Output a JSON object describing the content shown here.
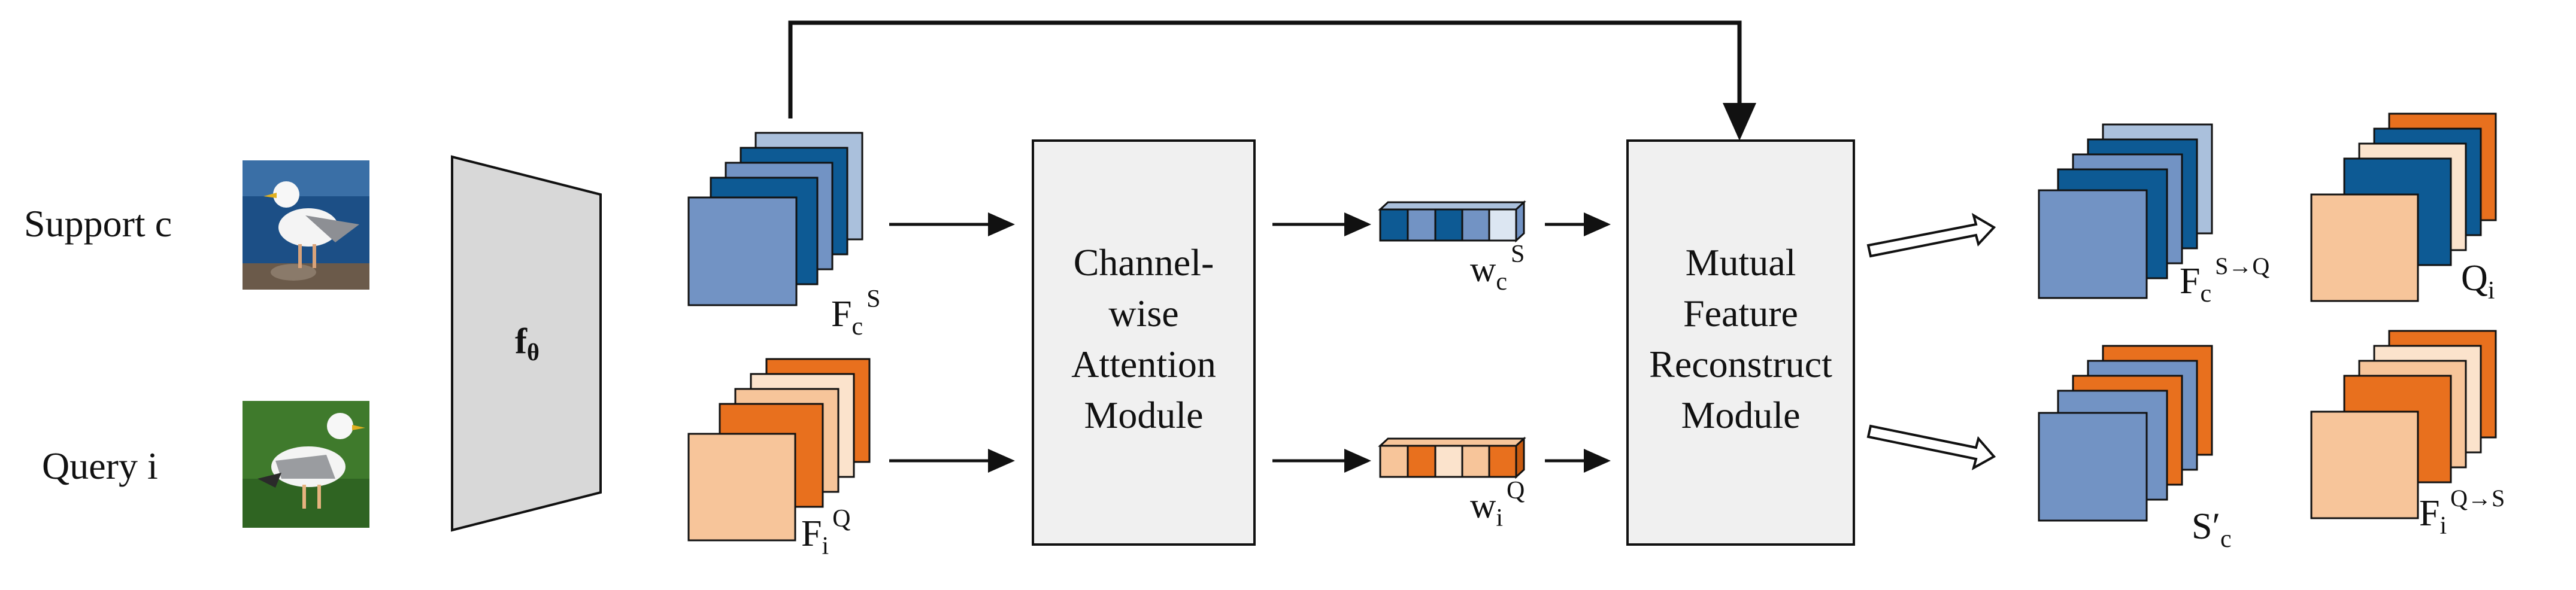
{
  "inputs": {
    "support_label": "Support c",
    "query_label": "Query i"
  },
  "backbone": {
    "label": "f",
    "subscript": "θ"
  },
  "features": {
    "support": {
      "base": "F",
      "sub": "c",
      "sup": "S"
    },
    "query": {
      "base": "F",
      "sub": "i",
      "sup": "Q"
    }
  },
  "attention_module": {
    "line1": "Channel-",
    "line2": "wise",
    "line3": "Attention",
    "line4": "Module"
  },
  "weights": {
    "support": {
      "base": "w",
      "sub": "c",
      "sup": "S"
    },
    "query": {
      "base": "w",
      "sub": "i",
      "sup": "Q"
    }
  },
  "reconstruct_module": {
    "line1": "Mutual",
    "line2": "Feature",
    "line3": "Reconstruct",
    "line4": "Module"
  },
  "outputs": {
    "support_to_query": {
      "base": "F",
      "sub": "c",
      "sup": "S→Q"
    },
    "query_orig": {
      "base": "Q",
      "sub": "i",
      "sup": ""
    },
    "support_recon": {
      "base": "S′",
      "sub": "c",
      "sup": ""
    },
    "query_to_support": {
      "base": "F",
      "sub": "i",
      "sup": "Q→S"
    }
  },
  "colors": {
    "blue_light": "#aac0dc",
    "blue_mid": "#7293c4",
    "blue_dark": "#0d5a94",
    "orange_dark": "#e8701e",
    "orange_light": "#f7c59a",
    "orange_pale": "#fbe3cc",
    "module_fill": "#f0f0f0",
    "backbone_fill": "#d8d8d8"
  }
}
